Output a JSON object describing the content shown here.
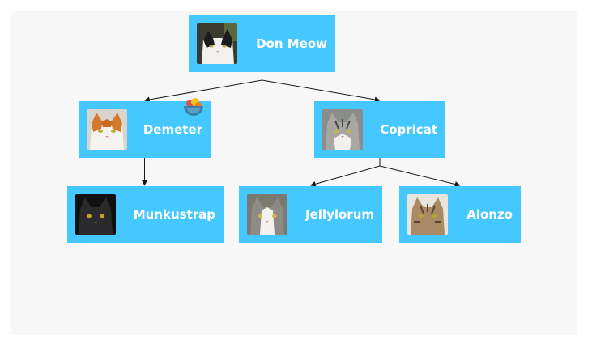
{
  "colors": {
    "node": "#45c8ff",
    "background": "#f7f7f7",
    "link": "#1a1a1a",
    "label": "#ffffff"
  },
  "nodes": [
    {
      "id": "don-meow",
      "name": "Don Meow",
      "parent": null,
      "photo": "black-white-cat"
    },
    {
      "id": "demeter",
      "name": "Demeter",
      "parent": "don-meow",
      "photo": "orange-white-cat",
      "badge": "fruit-bowl-icon"
    },
    {
      "id": "copricat",
      "name": "Copricat",
      "parent": "don-meow",
      "photo": "gray-tabby-cat"
    },
    {
      "id": "munkustrap",
      "name": "Munkustrap",
      "parent": "demeter",
      "photo": "black-cat"
    },
    {
      "id": "jellylorum",
      "name": "Jellylorum",
      "parent": "copricat",
      "photo": "gray-white-cat"
    },
    {
      "id": "alonzo",
      "name": "Alonzo",
      "parent": "copricat",
      "photo": "brown-tabby-cat"
    }
  ]
}
